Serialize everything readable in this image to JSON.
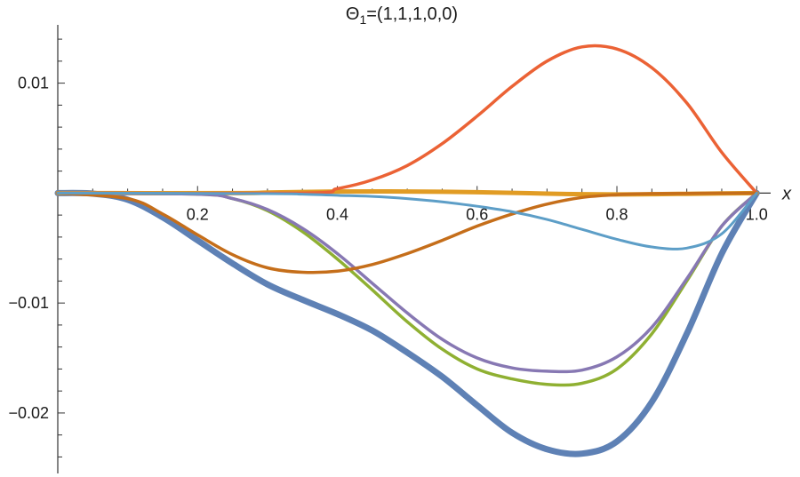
{
  "chart_data": {
    "type": "line",
    "title_main": "Θ",
    "title_sub": "1",
    "title_rest": "=(1,1,1,0,0)",
    "xlabel": "x",
    "ylabel": "",
    "xlim": [
      0,
      1.02
    ],
    "ylim": [
      -0.0255,
      0.0153
    ],
    "x_ticks": [
      {
        "value": 0.2,
        "label": "0.2"
      },
      {
        "value": 0.4,
        "label": "0.4"
      },
      {
        "value": 0.6,
        "label": "0.6"
      },
      {
        "value": 0.8,
        "label": "0.8"
      },
      {
        "value": 1.0,
        "label": "1.0"
      }
    ],
    "y_ticks": [
      {
        "value": 0.01,
        "label": "0.01"
      },
      {
        "value": -0.01,
        "label": "−0.01"
      },
      {
        "value": -0.02,
        "label": "−0.02"
      }
    ],
    "x_minor_step": 0.05,
    "y_minor_step": 0.002,
    "grid": false,
    "series": [
      {
        "color": "#5e81b5",
        "width": 7,
        "points": [
          [
            0,
            0
          ],
          [
            0.05,
            -5e-05
          ],
          [
            0.1,
            -0.0006
          ],
          [
            0.15,
            -0.0022
          ],
          [
            0.2,
            -0.0043
          ],
          [
            0.25,
            -0.0064
          ],
          [
            0.3,
            -0.0083
          ],
          [
            0.35,
            -0.0097
          ],
          [
            0.4,
            -0.011
          ],
          [
            0.45,
            -0.0125
          ],
          [
            0.5,
            -0.0145
          ],
          [
            0.55,
            -0.0167
          ],
          [
            0.6,
            -0.0193
          ],
          [
            0.65,
            -0.0218
          ],
          [
            0.7,
            -0.0233
          ],
          [
            0.75,
            -0.0237
          ],
          [
            0.8,
            -0.0226
          ],
          [
            0.85,
            -0.019
          ],
          [
            0.9,
            -0.0128
          ],
          [
            0.95,
            -0.0055
          ],
          [
            1.0,
            0
          ]
        ]
      },
      {
        "color": "#e19c24",
        "width": 5,
        "points": [
          [
            0,
            0
          ],
          [
            0.25,
            0
          ],
          [
            0.3,
            5e-05
          ],
          [
            0.35,
            0.0001
          ],
          [
            0.4,
            0.00014
          ],
          [
            0.45,
            0.00015
          ],
          [
            0.5,
            0.00014
          ],
          [
            0.55,
            0.00012
          ],
          [
            0.6,
            8e-05
          ],
          [
            0.65,
            2e-05
          ],
          [
            0.7,
            -5e-05
          ],
          [
            0.75,
            -0.0001
          ],
          [
            0.8,
            -0.00012
          ],
          [
            0.85,
            -0.0001
          ],
          [
            0.9,
            -7e-05
          ],
          [
            0.95,
            -3e-05
          ],
          [
            1.0,
            0
          ]
        ]
      },
      {
        "color": "#8fb032",
        "width": 3.5,
        "points": [
          [
            0,
            0
          ],
          [
            0.2,
            -0.0001
          ],
          [
            0.25,
            -0.0005
          ],
          [
            0.3,
            -0.0016
          ],
          [
            0.35,
            -0.0035
          ],
          [
            0.4,
            -0.006
          ],
          [
            0.45,
            -0.0088
          ],
          [
            0.5,
            -0.0117
          ],
          [
            0.55,
            -0.0142
          ],
          [
            0.6,
            -0.016
          ],
          [
            0.65,
            -0.0169
          ],
          [
            0.7,
            -0.0174
          ],
          [
            0.75,
            -0.0173
          ],
          [
            0.8,
            -0.016
          ],
          [
            0.85,
            -0.0128
          ],
          [
            0.9,
            -0.008
          ],
          [
            0.95,
            -0.003
          ],
          [
            1.0,
            0
          ]
        ]
      },
      {
        "color": "#eb6235",
        "width": 3.5,
        "points": [
          [
            0,
            0
          ],
          [
            0.35,
            0
          ],
          [
            0.4,
            0.0004
          ],
          [
            0.45,
            0.0012
          ],
          [
            0.5,
            0.0025
          ],
          [
            0.55,
            0.0045
          ],
          [
            0.6,
            0.007
          ],
          [
            0.65,
            0.0097
          ],
          [
            0.7,
            0.012
          ],
          [
            0.75,
            0.0133
          ],
          [
            0.8,
            0.0131
          ],
          [
            0.85,
            0.0114
          ],
          [
            0.9,
            0.0082
          ],
          [
            0.95,
            0.0037
          ],
          [
            1.0,
            0
          ]
        ]
      },
      {
        "color": "#8778b3",
        "width": 3.5,
        "points": [
          [
            0,
            0
          ],
          [
            0.2,
            -0.0001
          ],
          [
            0.25,
            -0.0005
          ],
          [
            0.3,
            -0.0015
          ],
          [
            0.35,
            -0.0032
          ],
          [
            0.4,
            -0.0055
          ],
          [
            0.45,
            -0.0082
          ],
          [
            0.5,
            -0.0109
          ],
          [
            0.55,
            -0.0133
          ],
          [
            0.6,
            -0.015
          ],
          [
            0.65,
            -0.0159
          ],
          [
            0.7,
            -0.0162
          ],
          [
            0.75,
            -0.0161
          ],
          [
            0.8,
            -0.0149
          ],
          [
            0.85,
            -0.0122
          ],
          [
            0.9,
            -0.0078
          ],
          [
            0.95,
            -0.003
          ],
          [
            1.0,
            0
          ]
        ]
      },
      {
        "color": "#c56e1a",
        "width": 3.5,
        "points": [
          [
            0,
            0
          ],
          [
            0.1,
            -0.0005
          ],
          [
            0.15,
            -0.0019
          ],
          [
            0.2,
            -0.0038
          ],
          [
            0.25,
            -0.0056
          ],
          [
            0.3,
            -0.0068
          ],
          [
            0.35,
            -0.0072
          ],
          [
            0.4,
            -0.0071
          ],
          [
            0.45,
            -0.0065
          ],
          [
            0.5,
            -0.0055
          ],
          [
            0.55,
            -0.0043
          ],
          [
            0.6,
            -0.003
          ],
          [
            0.65,
            -0.0019
          ],
          [
            0.7,
            -0.001
          ],
          [
            0.75,
            -0.0004
          ],
          [
            0.8,
            -0.00015
          ],
          [
            0.85,
            -5e-05
          ],
          [
            1.0,
            0
          ]
        ]
      },
      {
        "color": "#5d9ec7",
        "width": 3,
        "points": [
          [
            0,
            0
          ],
          [
            0.3,
            -5e-05
          ],
          [
            0.35,
            -0.0001
          ],
          [
            0.4,
            -0.0002
          ],
          [
            0.45,
            -0.0003
          ],
          [
            0.5,
            -0.0005
          ],
          [
            0.55,
            -0.0008
          ],
          [
            0.6,
            -0.0012
          ],
          [
            0.65,
            -0.0017
          ],
          [
            0.7,
            -0.0024
          ],
          [
            0.75,
            -0.0033
          ],
          [
            0.8,
            -0.0042
          ],
          [
            0.85,
            -0.0049
          ],
          [
            0.9,
            -0.005
          ],
          [
            0.95,
            -0.0037
          ],
          [
            1.0,
            0
          ]
        ]
      }
    ]
  }
}
